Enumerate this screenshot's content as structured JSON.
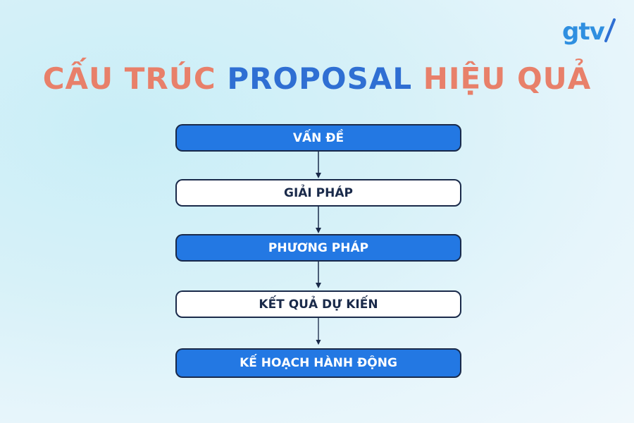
{
  "logo": {
    "text": "gtv"
  },
  "title": {
    "part1": "CẤU TRÚC",
    "part2": "PROPOSAL",
    "part3": "HIỆU QUẢ"
  },
  "steps": [
    {
      "label": "VẤN ĐỀ",
      "style": "blue"
    },
    {
      "label": "GIẢI PHÁP",
      "style": "white"
    },
    {
      "label": "PHƯƠNG PHÁP",
      "style": "blue"
    },
    {
      "label": "KẾT QUẢ DỰ KIẾN",
      "style": "white"
    },
    {
      "label": "KẾ HOẠCH HÀNH ĐỘNG",
      "style": "blue"
    }
  ],
  "colors": {
    "title_accent": "#e8806a",
    "title_blue": "#2f6fd3",
    "box_blue": "#2378e3",
    "box_border": "#1a2a4a"
  }
}
